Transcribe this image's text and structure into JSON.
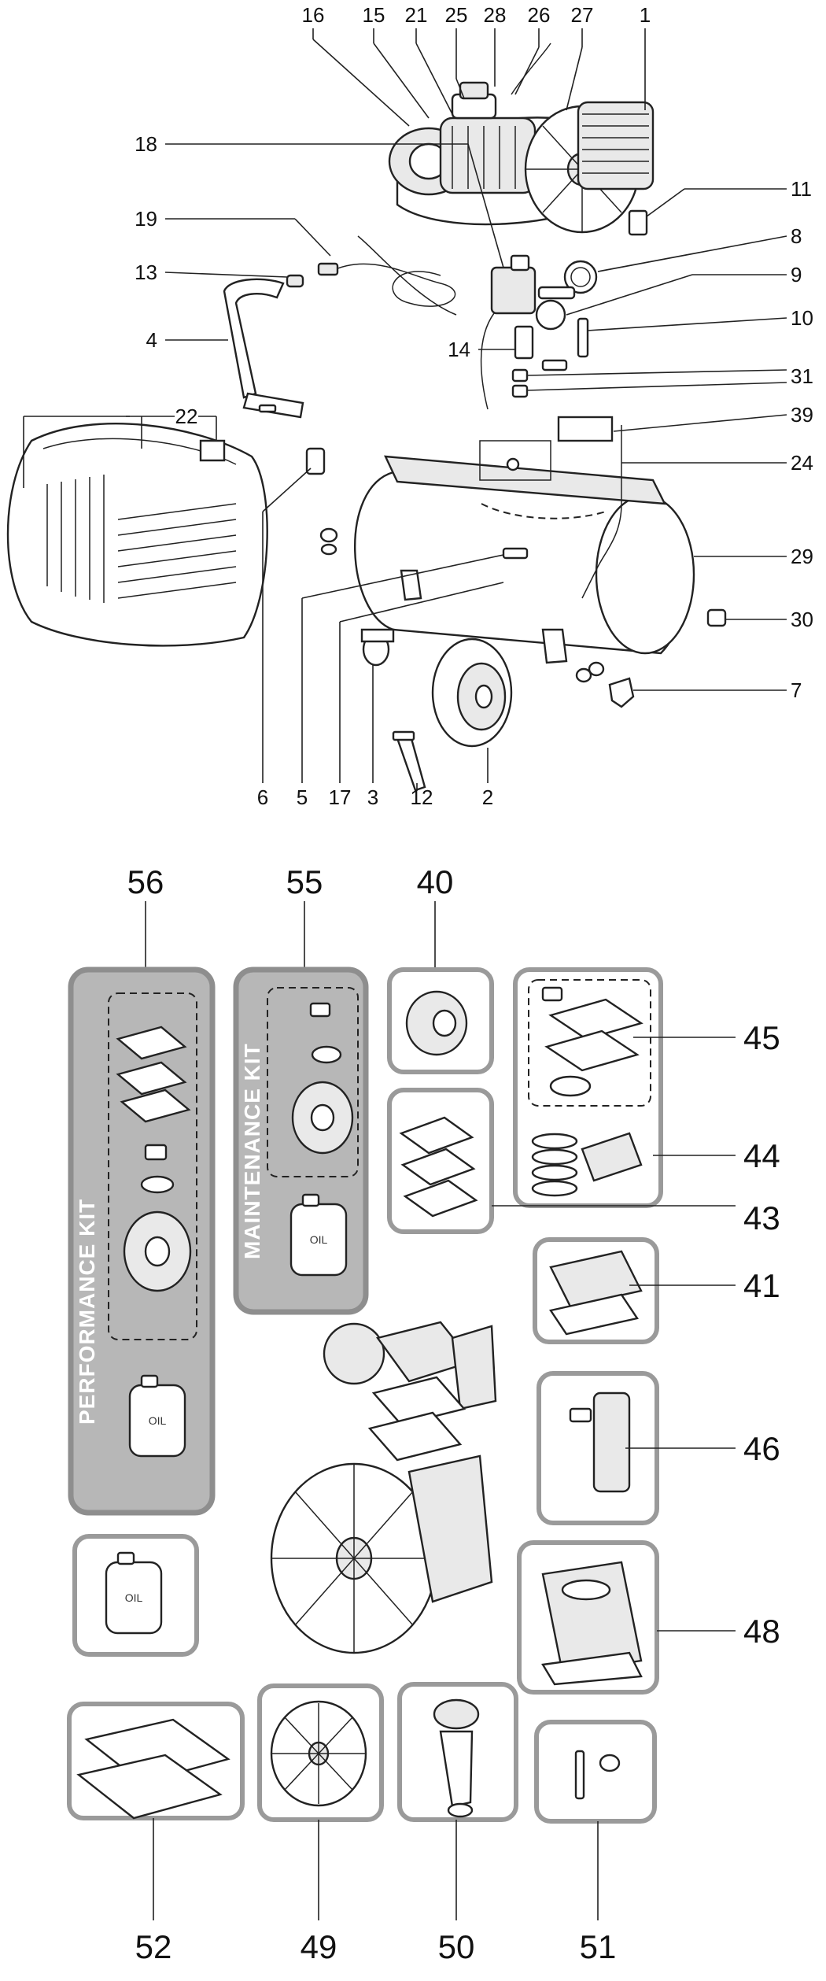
{
  "diagram": {
    "top_labels": [
      "16",
      "15",
      "21",
      "25",
      "28",
      "26",
      "27",
      "1"
    ],
    "right_labels": [
      "11",
      "8",
      "9",
      "10",
      "31",
      "39",
      "24",
      "29",
      "30",
      "7"
    ],
    "left_labels": [
      "18",
      "19",
      "13",
      "4",
      "22",
      "14"
    ],
    "bottom_labels": [
      "6",
      "5",
      "17",
      "3",
      "12",
      "2"
    ],
    "kit_labels": [
      "56",
      "55",
      "40"
    ],
    "kit_right_labels": [
      "45",
      "44",
      "43",
      "41",
      "46",
      "48"
    ],
    "kit_bottom_labels": [
      "52",
      "49",
      "50",
      "51"
    ],
    "kits": {
      "performance": "PERFORMANCE  KIT",
      "maintenance": "MAINTENANCE KIT"
    },
    "oil_label": "OIL"
  }
}
